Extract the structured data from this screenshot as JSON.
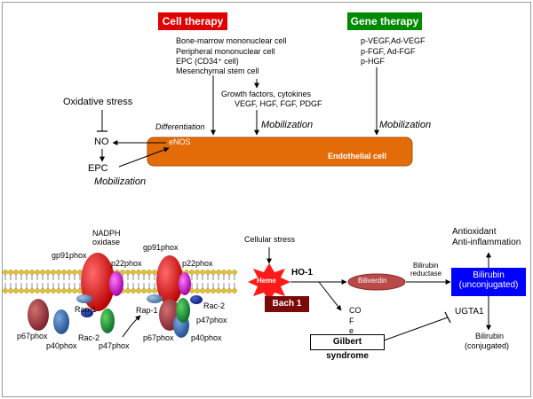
{
  "top": {
    "cell_therapy": {
      "label": "Cell therapy",
      "items": [
        "Bone-marrow mononuclear  cell",
        "Peripheral mononuclear  cell",
        "EPC (CD34⁺ cell)",
        "Mesenchymal  stem cell"
      ]
    },
    "gene_therapy": {
      "label": "Gene therapy",
      "items": [
        "p-VEGF,Ad-VEGF",
        "p-FGF, Ad-FGF",
        "p-HGF"
      ]
    },
    "growth_factors": {
      "line1": "Growth factors, cytokines",
      "line2": "VEGF, HGF, FGF, PDGF"
    },
    "differentiation": "Differentiation",
    "mobilization_growth": "Mobilization",
    "mobilization_gene": "Mobilization",
    "oxidative_stress": "Oxidative stress",
    "no": "NO",
    "epc": "EPC",
    "mobilization_epc": "Mobilization",
    "enos": "eNOS",
    "endothelial_cell": "Endothelial cell"
  },
  "nadph": {
    "title_line1": "NADPH",
    "title_line2": "oxidase",
    "gp91phox": "gp91phox",
    "p22phox": "p22phox",
    "rap1": "Rap-1",
    "rac2": "Rac-2",
    "p67phox": "p67phox",
    "p40phox": "p40phox",
    "p47phox": "p47phox"
  },
  "heme": {
    "cellular_stress": "Cellular stress",
    "heme": "Heme",
    "ho1": "HO-1",
    "bach1": "Bach 1",
    "biliverdin": "Biliverdin",
    "co": "CO",
    "fe1": "F",
    "fe2": "e",
    "reductase_line1": "Bilirubin",
    "reductase_line2": "reductase",
    "bilirubin_box_line1": "Bilirubin",
    "bilirubin_box_line2": "(unconjugated)",
    "antioxidant": "Antioxidant",
    "anti_inflammation": "Anti-inflammation",
    "ugta1": "UGTA1",
    "bilirubin_conj_line1": "Bilirubin",
    "bilirubin_conj_line2": "(conjugated)",
    "gilbert": "Gilbert syndrome"
  }
}
